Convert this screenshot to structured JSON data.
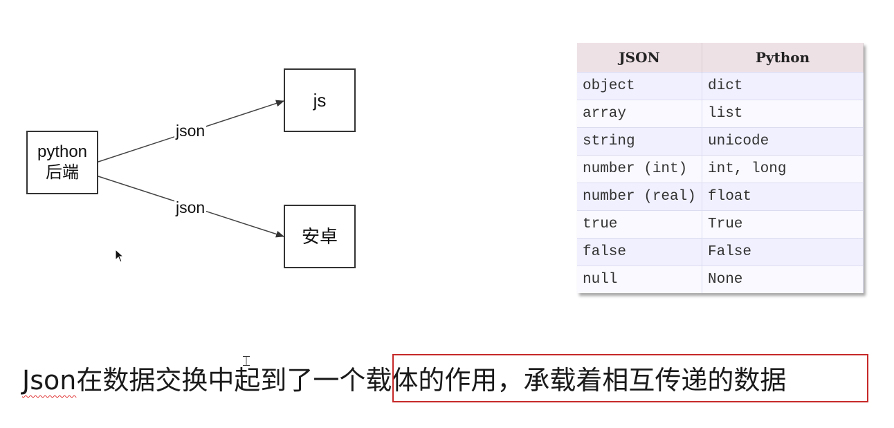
{
  "diagram": {
    "nodes": {
      "python_line1": "python",
      "python_line2": "后端",
      "js": "js",
      "android": "安卓"
    },
    "edges": {
      "top_label": "json",
      "bottom_label": "json"
    }
  },
  "table": {
    "headers": [
      "JSON",
      "Python"
    ],
    "rows": [
      [
        "object",
        "dict"
      ],
      [
        "array",
        "list"
      ],
      [
        "string",
        "unicode"
      ],
      [
        "number (int)",
        "int, long"
      ],
      [
        "number (real)",
        "float"
      ],
      [
        "true",
        "True"
      ],
      [
        "false",
        "False"
      ],
      [
        "null",
        "None"
      ]
    ]
  },
  "caption": {
    "json_word": "Json",
    "text_before_highlight": "在数据交换中起到了一个",
    "text_highlighted": "载体的作用，承载着相互传递的数据"
  },
  "colors": {
    "highlight_border": "#c62828",
    "table_header_bg": "#eee1e6",
    "table_row_bg": "#f0f0ff"
  }
}
